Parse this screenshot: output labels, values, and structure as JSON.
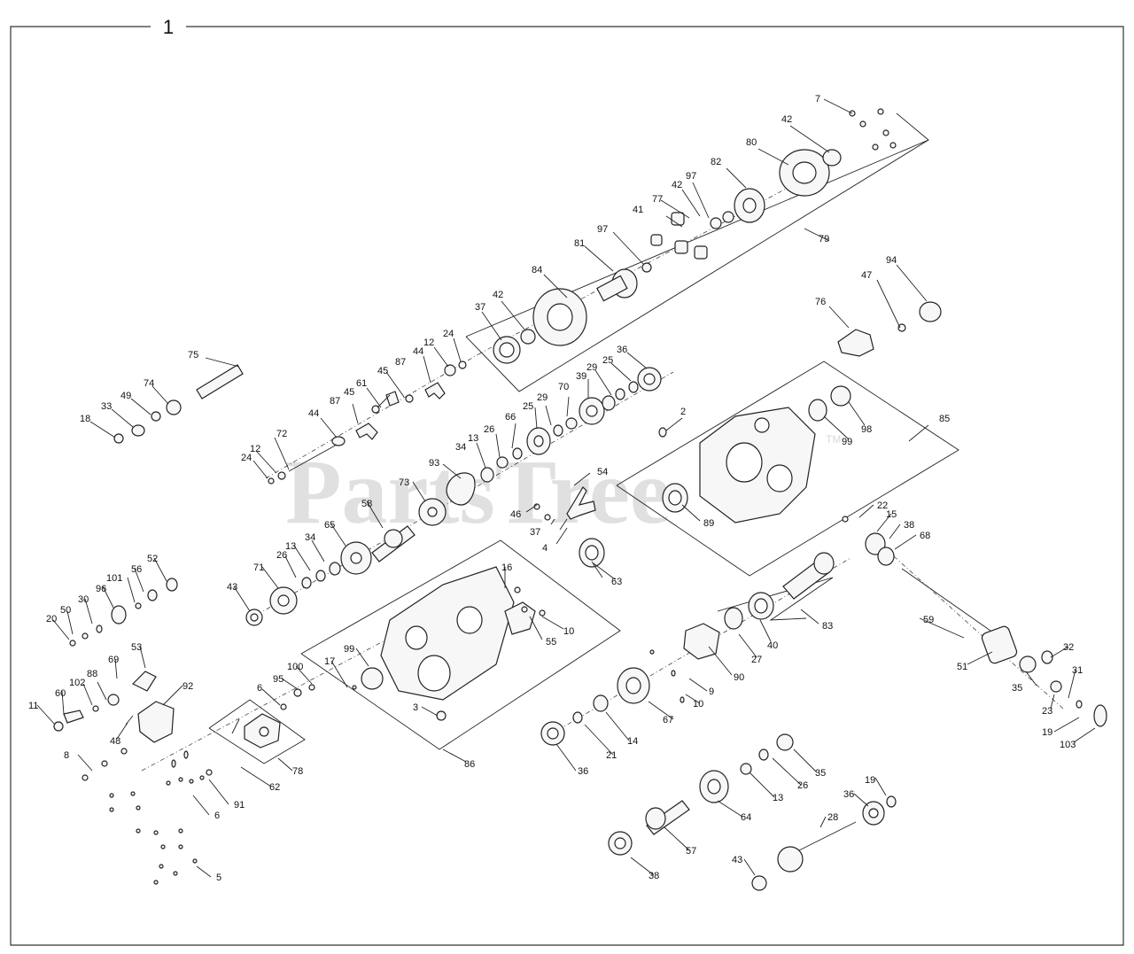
{
  "figure": {
    "number": "1"
  },
  "watermark": {
    "text": "PartsTree",
    "tm": "TM"
  },
  "callouts": [
    {
      "text": "7"
    },
    {
      "text": "42"
    },
    {
      "text": "80"
    },
    {
      "text": "82"
    },
    {
      "text": "97"
    },
    {
      "text": "42"
    },
    {
      "text": "77"
    },
    {
      "text": "41"
    },
    {
      "text": "79"
    },
    {
      "text": "97"
    },
    {
      "text": "81"
    },
    {
      "text": "84"
    },
    {
      "text": "42"
    },
    {
      "text": "37"
    },
    {
      "text": "94"
    },
    {
      "text": "47"
    },
    {
      "text": "76"
    },
    {
      "text": "24"
    },
    {
      "text": "12"
    },
    {
      "text": "44"
    },
    {
      "text": "87"
    },
    {
      "text": "45"
    },
    {
      "text": "61"
    },
    {
      "text": "45"
    },
    {
      "text": "87"
    },
    {
      "text": "44"
    },
    {
      "text": "75"
    },
    {
      "text": "74"
    },
    {
      "text": "49"
    },
    {
      "text": "33"
    },
    {
      "text": "18"
    },
    {
      "text": "72"
    },
    {
      "text": "12"
    },
    {
      "text": "24"
    },
    {
      "text": "36"
    },
    {
      "text": "25"
    },
    {
      "text": "29"
    },
    {
      "text": "39"
    },
    {
      "text": "70"
    },
    {
      "text": "25"
    },
    {
      "text": "29"
    },
    {
      "text": "66"
    },
    {
      "text": "26"
    },
    {
      "text": "13"
    },
    {
      "text": "34"
    },
    {
      "text": "2"
    },
    {
      "text": "85"
    },
    {
      "text": "98"
    },
    {
      "text": "99"
    },
    {
      "text": "93"
    },
    {
      "text": "73"
    },
    {
      "text": "54"
    },
    {
      "text": "46"
    },
    {
      "text": "89"
    },
    {
      "text": "37"
    },
    {
      "text": "4"
    },
    {
      "text": "58"
    },
    {
      "text": "65"
    },
    {
      "text": "34"
    },
    {
      "text": "13"
    },
    {
      "text": "26"
    },
    {
      "text": "71"
    },
    {
      "text": "43"
    },
    {
      "text": "22"
    },
    {
      "text": "15"
    },
    {
      "text": "38"
    },
    {
      "text": "68"
    },
    {
      "text": "63"
    },
    {
      "text": "16"
    },
    {
      "text": "55"
    },
    {
      "text": "10"
    },
    {
      "text": "83"
    },
    {
      "text": "59"
    },
    {
      "text": "52"
    },
    {
      "text": "56"
    },
    {
      "text": "101"
    },
    {
      "text": "96"
    },
    {
      "text": "30"
    },
    {
      "text": "50"
    },
    {
      "text": "20"
    },
    {
      "text": "40"
    },
    {
      "text": "27"
    },
    {
      "text": "90"
    },
    {
      "text": "51"
    },
    {
      "text": "32"
    },
    {
      "text": "35"
    },
    {
      "text": "31"
    },
    {
      "text": "23"
    },
    {
      "text": "19"
    },
    {
      "text": "103"
    },
    {
      "text": "53"
    },
    {
      "text": "69"
    },
    {
      "text": "88"
    },
    {
      "text": "102"
    },
    {
      "text": "60"
    },
    {
      "text": "11"
    },
    {
      "text": "92"
    },
    {
      "text": "48"
    },
    {
      "text": "99"
    },
    {
      "text": "17"
    },
    {
      "text": "100"
    },
    {
      "text": "95"
    },
    {
      "text": "6"
    },
    {
      "text": "3"
    },
    {
      "text": "9"
    },
    {
      "text": "10"
    },
    {
      "text": "67"
    },
    {
      "text": "14"
    },
    {
      "text": "21"
    },
    {
      "text": "36"
    },
    {
      "text": "86"
    },
    {
      "text": "78"
    },
    {
      "text": "62"
    },
    {
      "text": "8"
    },
    {
      "text": "91"
    },
    {
      "text": "6"
    },
    {
      "text": "5"
    },
    {
      "text": "35"
    },
    {
      "text": "26"
    },
    {
      "text": "13"
    },
    {
      "text": "64"
    },
    {
      "text": "19"
    },
    {
      "text": "36"
    },
    {
      "text": "28"
    },
    {
      "text": "57"
    },
    {
      "text": "38"
    },
    {
      "text": "43"
    }
  ]
}
